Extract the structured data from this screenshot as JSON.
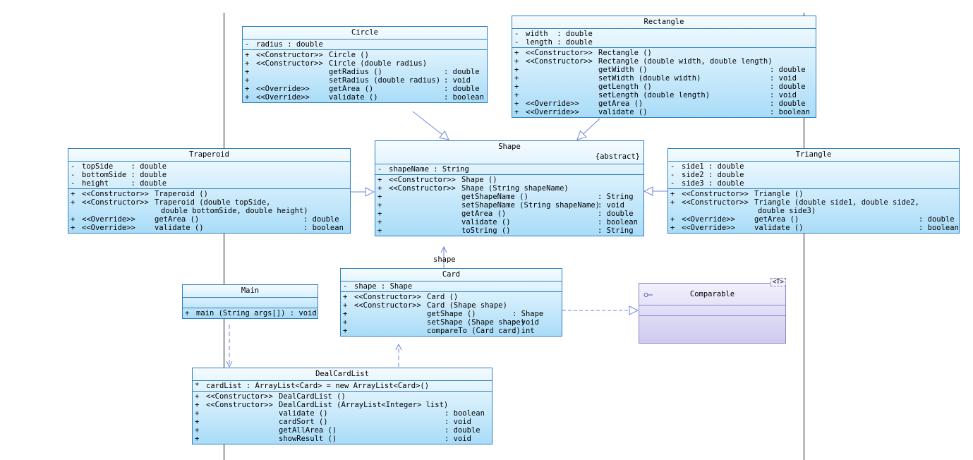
{
  "classes": {
    "circle": {
      "name": "Circle",
      "attrs": [
        [
          "-",
          "radius : double"
        ]
      ],
      "ops": [
        [
          "+",
          "<<Constructor>>",
          "Circle ()",
          ""
        ],
        [
          "+",
          "<<Constructor>>",
          "Circle (double radius)",
          ""
        ],
        [
          "+",
          "",
          "getRadius ()",
          ": double"
        ],
        [
          "+",
          "",
          "setRadius (double radius)",
          ": void"
        ],
        [
          "+",
          "<<Override>>",
          "getArea ()",
          ": double"
        ],
        [
          "+",
          "<<Override>>",
          "validate ()",
          ": boolean"
        ]
      ]
    },
    "rectangle": {
      "name": "Rectangle",
      "attrs": [
        [
          "-",
          "width  : double"
        ],
        [
          "-",
          "length : double"
        ]
      ],
      "ops": [
        [
          "+",
          "<<Constructor>>",
          "Rectangle ()",
          ""
        ],
        [
          "+",
          "<<Constructor>>",
          "Rectangle (double width, double length)",
          ""
        ],
        [
          "+",
          "",
          "getWidth ()",
          ": double"
        ],
        [
          "+",
          "",
          "setWidth (double width)",
          ": void"
        ],
        [
          "+",
          "",
          "getLength ()",
          ": double"
        ],
        [
          "+",
          "",
          "setLength (double length)",
          ": void"
        ],
        [
          "+",
          "<<Override>>",
          "getArea ()",
          ": double"
        ],
        [
          "+",
          "<<Override>>",
          "validate ()",
          ": boolean"
        ]
      ]
    },
    "shape": {
      "name": "Shape",
      "tag": "{abstract}",
      "attrs": [
        [
          "-",
          "shapeName : String"
        ]
      ],
      "ops": [
        [
          "+",
          "<<Constructor>>",
          "Shape ()",
          ""
        ],
        [
          "+",
          "<<Constructor>>",
          "Shape (String shapeName)",
          ""
        ],
        [
          "+",
          "",
          "getShapeName ()",
          ": String"
        ],
        [
          "+",
          "",
          "setShapeName (String shapeName)",
          ": void"
        ],
        [
          "+",
          "",
          "getArea ()",
          ": double"
        ],
        [
          "+",
          "",
          "validate ()",
          ": boolean"
        ],
        [
          "+",
          "",
          "toString ()",
          ": String"
        ]
      ]
    },
    "traperoid": {
      "name": "Traperoid",
      "attrs": [
        [
          "-",
          "topSide    : double"
        ],
        [
          "-",
          "bottomSide : double"
        ],
        [
          "-",
          "height     : double"
        ]
      ],
      "ops": [
        [
          "+",
          "<<Constructor>>",
          "Traperoid ()",
          ""
        ],
        [
          "+",
          "<<Constructor>>",
          "Traperoid (double topSide,",
          ""
        ],
        [
          "",
          "",
          "double bottomSide, double height)",
          ""
        ],
        [
          "+",
          "<<Override>>",
          "getArea ()",
          ": double"
        ],
        [
          "+",
          "<<Override>>",
          "validate ()",
          ": boolean"
        ]
      ]
    },
    "triangle": {
      "name": "Triangle",
      "attrs": [
        [
          "-",
          "side1 : double"
        ],
        [
          "-",
          "side2 : double"
        ],
        [
          "-",
          "side3 : double"
        ]
      ],
      "ops": [
        [
          "+",
          "<<Constructor>>",
          "Triangle ()",
          ""
        ],
        [
          "+",
          "<<Constructor>>",
          "Triangle (double side1, double side2,",
          ""
        ],
        [
          "",
          "",
          "double side3)",
          ""
        ],
        [
          "+",
          "<<Override>>",
          "getArea ()",
          ": double"
        ],
        [
          "+",
          "<<Override>>",
          "validate ()",
          ": boolean"
        ]
      ]
    },
    "main": {
      "name": "Main",
      "ops": [
        [
          "+",
          "",
          "main (String args[]) : void",
          ""
        ]
      ]
    },
    "card": {
      "name": "Card",
      "attrs": [
        [
          "-",
          "shape : Shape"
        ]
      ],
      "ops": [
        [
          "+",
          "<<Constructor>>",
          "Card ()",
          ""
        ],
        [
          "+",
          "<<Constructor>>",
          "Card (Shape shape)",
          ""
        ],
        [
          "+",
          "",
          "getShape ()",
          ": Shape"
        ],
        [
          "+",
          "",
          "setShape (Shape shape)",
          ": void"
        ],
        [
          "+",
          "",
          "compareTo (Card card)",
          ": int"
        ]
      ]
    },
    "comparable": {
      "name": "Comparable",
      "type_param": "<T>",
      "icon": "interface-lollipop-icon"
    },
    "dealcardlist": {
      "name": "DealCardList",
      "attrs": [
        [
          "*",
          "cardList : ArrayList<Card> = new ArrayList<Card>()"
        ]
      ],
      "ops": [
        [
          "+",
          "<<Constructor>>",
          "DealCardList ()",
          ""
        ],
        [
          "+",
          "<<Constructor>>",
          "DealCardList (ArrayList<Integer> list)",
          ""
        ],
        [
          "+",
          "",
          "validate ()",
          ": boolean"
        ],
        [
          "+",
          "",
          "cardSort ()",
          ": void"
        ],
        [
          "+",
          "",
          "getAllArea ()",
          ": double"
        ],
        [
          "+",
          "",
          "showResult ()",
          ": void"
        ]
      ]
    }
  },
  "role_label": "shape",
  "colors": {
    "class_border": "#2d7fc1",
    "interface_border": "#8d86c7",
    "connector": "#6f86d8"
  }
}
